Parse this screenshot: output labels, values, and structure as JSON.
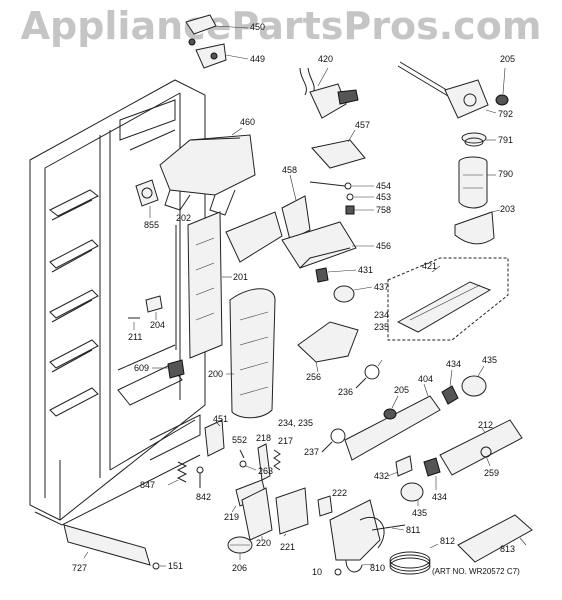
{
  "watermark": "AppliancePartsPros.com",
  "art_number": "(ART NO. WR20572 C7)",
  "callouts": {
    "c450": "450",
    "c449": "449",
    "c420": "420",
    "c205a": "205",
    "c792": "792",
    "c791": "791",
    "c790": "790",
    "c460": "460",
    "c457": "457",
    "c454": "454",
    "c453": "453",
    "c758": "758",
    "c458": "458",
    "c855": "855",
    "c203": "203",
    "c202": "202",
    "c456": "456",
    "c421": "421",
    "c201": "201",
    "c431": "431",
    "c437": "437",
    "c204": "204",
    "c211": "211",
    "c234a": "234",
    "c235a": "235",
    "c609": "609",
    "c200": "200",
    "c256": "256",
    "c236": "236",
    "c434a": "434",
    "c435a": "435",
    "c205b": "205",
    "c404": "404",
    "c451": "451",
    "c234b": "234, 235",
    "c212": "212",
    "c237": "237",
    "c552": "552",
    "c218": "218",
    "c217": "217",
    "c263": "263",
    "c432": "432",
    "c259": "259",
    "c847": "847",
    "c842": "842",
    "c222": "222",
    "c434b": "434",
    "c435b": "435",
    "c219": "219",
    "c811": "811",
    "c220": "220",
    "c221": "221",
    "c727": "727",
    "c151": "151",
    "c206": "206",
    "c812": "812",
    "c813": "813",
    "c10": "10",
    "c810": "810"
  }
}
